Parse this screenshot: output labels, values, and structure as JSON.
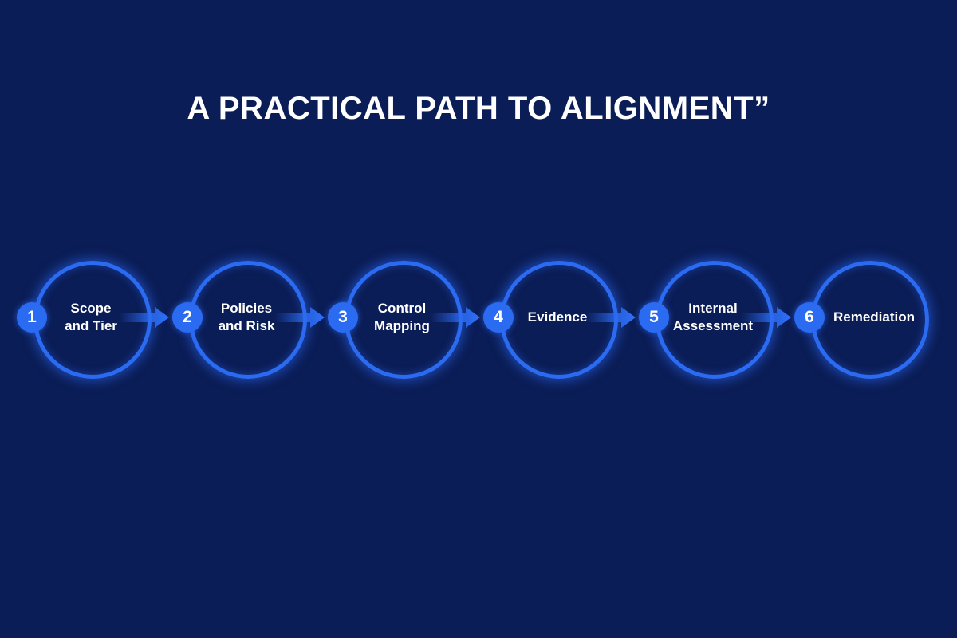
{
  "title": "A PRACTICAL PATH TO ALIGNMENT”",
  "colors": {
    "background": "#0b1d56",
    "accent": "#2b6bf2",
    "text": "#ffffff"
  },
  "steps": [
    {
      "number": "1",
      "line1": "Scope",
      "line2": "and Tier"
    },
    {
      "number": "2",
      "line1": "Policies",
      "line2": "and Risk"
    },
    {
      "number": "3",
      "line1": "Control",
      "line2": "Mapping"
    },
    {
      "number": "4",
      "line1": "Evidence",
      "line2": ""
    },
    {
      "number": "5",
      "line1": "Internal",
      "line2": "Assessment"
    },
    {
      "number": "6",
      "line1": "Remediation",
      "line2": ""
    }
  ]
}
